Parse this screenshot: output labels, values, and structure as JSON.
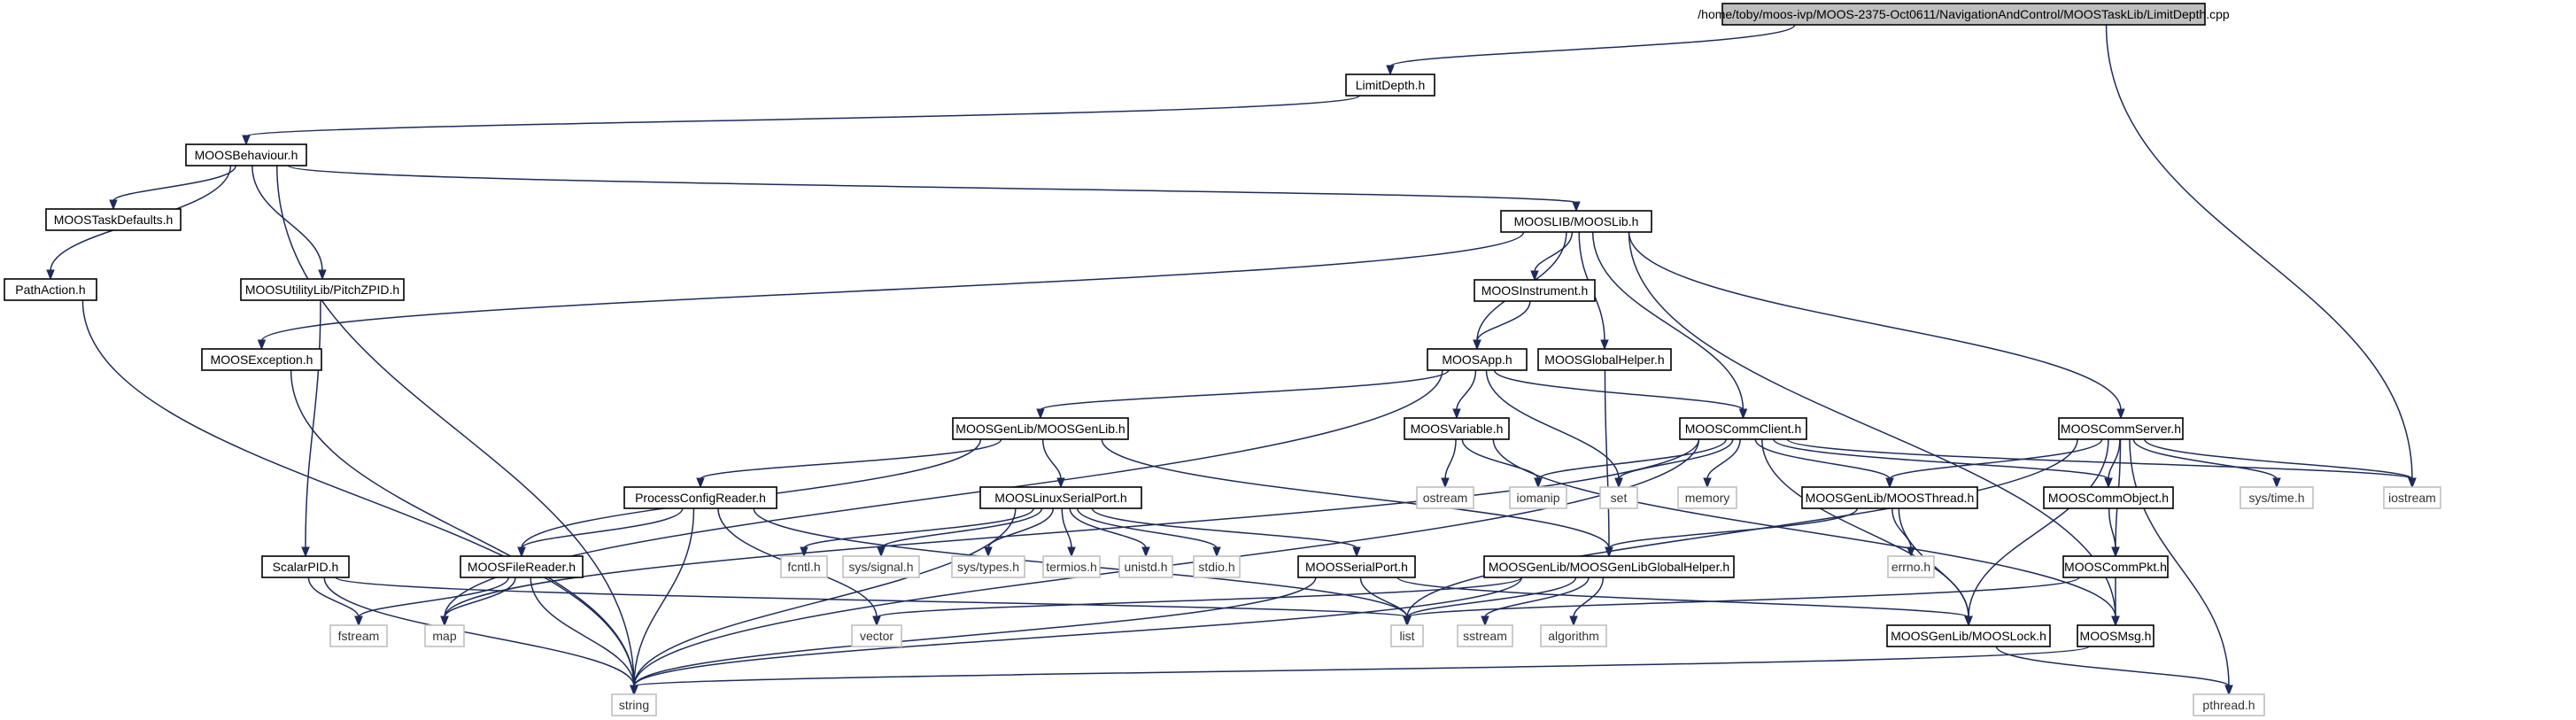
{
  "graph": {
    "nodes": [
      {
        "id": "root",
        "label": "/home/toby/moos-ivp/MOOS-2375-Oct0611/NavigationAndControl/MOOSTaskLib/LimitDepth.cpp",
        "kind": "root"
      },
      {
        "id": "limitdepth",
        "label": "LimitDepth.h",
        "kind": "own"
      },
      {
        "id": "behaviour",
        "label": "MOOSBehaviour.h",
        "kind": "own"
      },
      {
        "id": "taskdefaults",
        "label": "MOOSTaskDefaults.h",
        "kind": "own"
      },
      {
        "id": "pathaction",
        "label": "PathAction.h",
        "kind": "own"
      },
      {
        "id": "pitchzpid",
        "label": "MOOSUtilityLib/PitchZPID.h",
        "kind": "own"
      },
      {
        "id": "mooslib",
        "label": "MOOSLIB/MOOSLib.h",
        "kind": "own"
      },
      {
        "id": "instrument",
        "label": "MOOSInstrument.h",
        "kind": "own"
      },
      {
        "id": "exception",
        "label": "MOOSException.h",
        "kind": "own"
      },
      {
        "id": "app",
        "label": "MOOSApp.h",
        "kind": "own"
      },
      {
        "id": "globalhelper",
        "label": "MOOSGlobalHelper.h",
        "kind": "own"
      },
      {
        "id": "genlib",
        "label": "MOOSGenLib/MOOSGenLib.h",
        "kind": "own"
      },
      {
        "id": "variable",
        "label": "MOOSVariable.h",
        "kind": "own"
      },
      {
        "id": "commclient",
        "label": "MOOSCommClient.h",
        "kind": "own"
      },
      {
        "id": "commserver",
        "label": "MOOSCommServer.h",
        "kind": "own"
      },
      {
        "id": "processconfig",
        "label": "ProcessConfigReader.h",
        "kind": "own"
      },
      {
        "id": "linuxserial",
        "label": "MOOSLinuxSerialPort.h",
        "kind": "own"
      },
      {
        "id": "thread",
        "label": "MOOSGenLib/MOOSThread.h",
        "kind": "own"
      },
      {
        "id": "commobject",
        "label": "MOOSCommObject.h",
        "kind": "own"
      },
      {
        "id": "scalarpid",
        "label": "ScalarPID.h",
        "kind": "own"
      },
      {
        "id": "filereader",
        "label": "MOOSFileReader.h",
        "kind": "own"
      },
      {
        "id": "serialport",
        "label": "MOOSSerialPort.h",
        "kind": "own"
      },
      {
        "id": "genlibglobalhelper",
        "label": "MOOSGenLib/MOOSGenLibGlobalHelper.h",
        "kind": "own"
      },
      {
        "id": "commpkt",
        "label": "MOOSCommPkt.h",
        "kind": "own"
      },
      {
        "id": "lock",
        "label": "MOOSGenLib/MOOSLock.h",
        "kind": "own"
      },
      {
        "id": "msg",
        "label": "MOOSMsg.h",
        "kind": "own"
      },
      {
        "id": "ostream",
        "label": "ostream",
        "kind": "ext"
      },
      {
        "id": "iomanip",
        "label": "iomanip",
        "kind": "ext"
      },
      {
        "id": "set",
        "label": "set",
        "kind": "ext"
      },
      {
        "id": "memory",
        "label": "memory",
        "kind": "ext"
      },
      {
        "id": "systime",
        "label": "sys/time.h",
        "kind": "ext"
      },
      {
        "id": "iostream",
        "label": "iostream",
        "kind": "ext"
      },
      {
        "id": "fcntl",
        "label": "fcntl.h",
        "kind": "ext"
      },
      {
        "id": "syssignal",
        "label": "sys/signal.h",
        "kind": "ext"
      },
      {
        "id": "systypes",
        "label": "sys/types.h",
        "kind": "ext"
      },
      {
        "id": "termios",
        "label": "termios.h",
        "kind": "ext"
      },
      {
        "id": "unistd",
        "label": "unistd.h",
        "kind": "ext"
      },
      {
        "id": "stdio",
        "label": "stdio.h",
        "kind": "ext"
      },
      {
        "id": "errno",
        "label": "errno.h",
        "kind": "ext"
      },
      {
        "id": "fstream",
        "label": "fstream",
        "kind": "ext"
      },
      {
        "id": "map",
        "label": "map",
        "kind": "ext"
      },
      {
        "id": "vector",
        "label": "vector",
        "kind": "ext"
      },
      {
        "id": "list",
        "label": "list",
        "kind": "ext"
      },
      {
        "id": "sstream",
        "label": "sstream",
        "kind": "ext"
      },
      {
        "id": "algorithm",
        "label": "algorithm",
        "kind": "ext"
      },
      {
        "id": "string",
        "label": "string",
        "kind": "ext"
      },
      {
        "id": "pthread",
        "label": "pthread.h",
        "kind": "ext"
      }
    ],
    "edges": [
      [
        "root",
        "limitdepth"
      ],
      [
        "root",
        "iostream"
      ],
      [
        "limitdepth",
        "behaviour"
      ],
      [
        "behaviour",
        "taskdefaults"
      ],
      [
        "behaviour",
        "pathaction"
      ],
      [
        "behaviour",
        "pitchzpid"
      ],
      [
        "behaviour",
        "mooslib"
      ],
      [
        "behaviour",
        "string"
      ],
      [
        "pathaction",
        "string"
      ],
      [
        "pitchzpid",
        "scalarpid"
      ],
      [
        "mooslib",
        "instrument"
      ],
      [
        "mooslib",
        "exception"
      ],
      [
        "mooslib",
        "app"
      ],
      [
        "mooslib",
        "globalhelper"
      ],
      [
        "mooslib",
        "commclient"
      ],
      [
        "mooslib",
        "commserver"
      ],
      [
        "mooslib",
        "msg"
      ],
      [
        "instrument",
        "app"
      ],
      [
        "exception",
        "string"
      ],
      [
        "app",
        "genlib"
      ],
      [
        "app",
        "variable"
      ],
      [
        "app",
        "commclient"
      ],
      [
        "app",
        "set"
      ],
      [
        "app",
        "map"
      ],
      [
        "globalhelper",
        "genlibglobalhelper"
      ],
      [
        "genlib",
        "processconfig"
      ],
      [
        "genlib",
        "linuxserial"
      ],
      [
        "genlib",
        "filereader"
      ],
      [
        "genlib",
        "genlibglobalhelper"
      ],
      [
        "variable",
        "ostream"
      ],
      [
        "variable",
        "iomanip"
      ],
      [
        "variable",
        "msg"
      ],
      [
        "commclient",
        "iomanip"
      ],
      [
        "commclient",
        "set"
      ],
      [
        "commclient",
        "memory"
      ],
      [
        "commclient",
        "thread"
      ],
      [
        "commclient",
        "commobject"
      ],
      [
        "commclient",
        "iostream"
      ],
      [
        "commclient",
        "lock"
      ],
      [
        "commclient",
        "string"
      ],
      [
        "commclient",
        "map"
      ],
      [
        "commserver",
        "thread"
      ],
      [
        "commserver",
        "commobject"
      ],
      [
        "commserver",
        "commpkt"
      ],
      [
        "commserver",
        "systime"
      ],
      [
        "commserver",
        "iostream"
      ],
      [
        "commserver",
        "lock"
      ],
      [
        "commserver",
        "pthread"
      ],
      [
        "commserver",
        "list"
      ],
      [
        "processconfig",
        "filereader"
      ],
      [
        "processconfig",
        "vector"
      ],
      [
        "processconfig",
        "list"
      ],
      [
        "processconfig",
        "string"
      ],
      [
        "linuxserial",
        "fcntl"
      ],
      [
        "linuxserial",
        "syssignal"
      ],
      [
        "linuxserial",
        "systypes"
      ],
      [
        "linuxserial",
        "termios"
      ],
      [
        "linuxserial",
        "unistd"
      ],
      [
        "linuxserial",
        "stdio"
      ],
      [
        "linuxserial",
        "serialport"
      ],
      [
        "linuxserial",
        "string"
      ],
      [
        "thread",
        "errno"
      ],
      [
        "thread",
        "genlibglobalhelper"
      ],
      [
        "thread",
        "lock"
      ],
      [
        "commobject",
        "commpkt"
      ],
      [
        "scalarpid",
        "fstream"
      ],
      [
        "scalarpid",
        "list"
      ],
      [
        "scalarpid",
        "string"
      ],
      [
        "filereader",
        "fstream"
      ],
      [
        "filereader",
        "map"
      ],
      [
        "filereader",
        "string"
      ],
      [
        "serialport",
        "list"
      ],
      [
        "serialport",
        "lock"
      ],
      [
        "serialport",
        "string"
      ],
      [
        "genlibglobalhelper",
        "vector"
      ],
      [
        "genlibglobalhelper",
        "list"
      ],
      [
        "genlibglobalhelper",
        "sstream"
      ],
      [
        "genlibglobalhelper",
        "algorithm"
      ],
      [
        "genlibglobalhelper",
        "string"
      ],
      [
        "commpkt",
        "msg"
      ],
      [
        "commpkt",
        "list"
      ],
      [
        "lock",
        "pthread"
      ],
      [
        "msg",
        "string"
      ]
    ]
  }
}
